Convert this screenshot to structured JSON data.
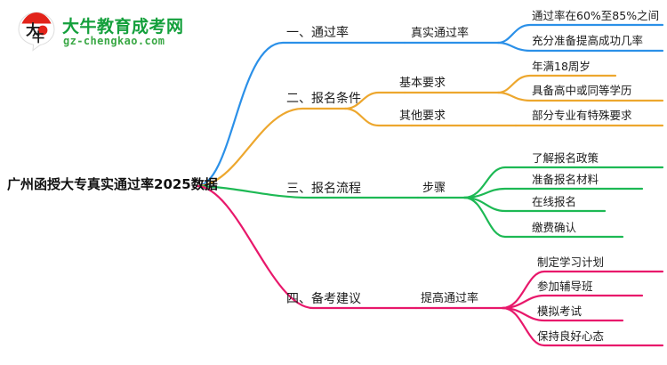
{
  "logo": {
    "mark_label": "大牛",
    "brand_cn": "大牛教育成考网",
    "brand_url": "gz-chengkao.com",
    "mark_top_color": "#e2231a",
    "brand_color": "#14a03c",
    "url_color": "#3aa845"
  },
  "mindmap": {
    "root": {
      "label": "广州函授大专真实通过率2025数据"
    },
    "branches": [
      {
        "label": "一、通过率",
        "color": "#2b90e8",
        "children": [
          {
            "label": "真实通过率",
            "leaves": [
              {
                "label": "通过率在60%至85%之间"
              },
              {
                "label": "充分准备提高成功几率"
              }
            ]
          }
        ]
      },
      {
        "label": "二、报名条件",
        "color": "#eda72e",
        "children": [
          {
            "label": "基本要求",
            "leaves": [
              {
                "label": "年满18周岁"
              },
              {
                "label": "具备高中或同等学历"
              }
            ]
          },
          {
            "label": "其他要求",
            "leaves": [
              {
                "label": "部分专业有特殊要求"
              }
            ]
          }
        ]
      },
      {
        "label": "三、报名流程",
        "color": "#1db954",
        "children": [
          {
            "label": "步骤",
            "leaves": [
              {
                "label": "了解报名政策"
              },
              {
                "label": "准备报名材料"
              },
              {
                "label": "在线报名"
              },
              {
                "label": "缴费确认"
              }
            ]
          }
        ]
      },
      {
        "label": "四、备考建议",
        "color": "#e8186b",
        "children": [
          {
            "label": "提高通过率",
            "leaves": [
              {
                "label": "制定学习计划"
              },
              {
                "label": "参加辅导班"
              },
              {
                "label": "模拟考试"
              },
              {
                "label": "保持良好心态"
              }
            ]
          }
        ]
      }
    ]
  }
}
